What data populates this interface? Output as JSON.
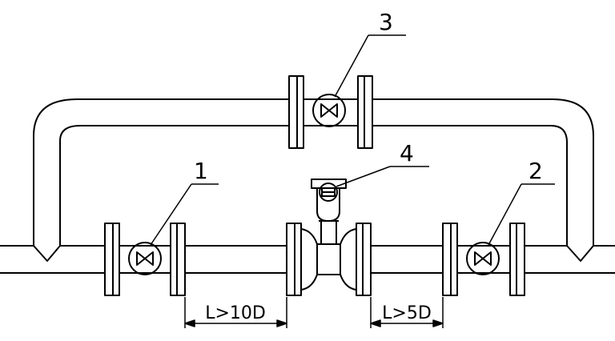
{
  "callouts": [
    {
      "id": "1",
      "part": "valve"
    },
    {
      "id": "2",
      "part": "valve"
    },
    {
      "id": "3",
      "part": "bypass-valve"
    },
    {
      "id": "4",
      "part": "flowmeter"
    }
  ],
  "dimensions": {
    "upstream": "L>10D",
    "downstream": "L>5D"
  },
  "colors": {
    "line": "#000000",
    "background": "#ffffff"
  }
}
